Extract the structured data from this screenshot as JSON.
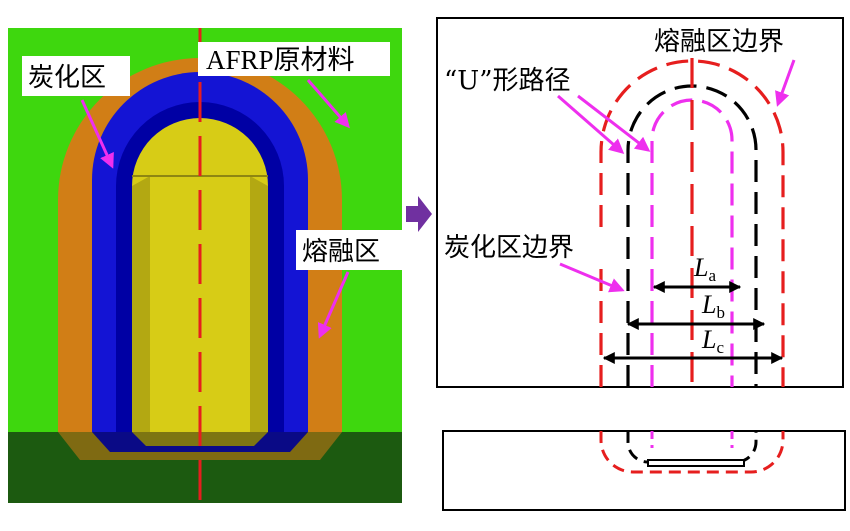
{
  "left_panel": {
    "labels": {
      "afrp": "AFRP原材料",
      "carbonized": "炭化区",
      "melt": "熔融区"
    },
    "colors": {
      "background": "#3ED70E",
      "melt_zone": "#D17E16",
      "carbonized_zone": "#1414D4",
      "core": "#D7CC16",
      "base": "#1C5A10",
      "centerline": "#E61E1E",
      "pointer": "#EE2FEE"
    }
  },
  "transition_arrow": {
    "color": "#7030A0"
  },
  "right_panel": {
    "labels": {
      "u_path": "“U”形路径",
      "melt_boundary": "熔融区边界",
      "carbon_boundary": "炭化区边界"
    },
    "dimensions": [
      {
        "symbol": "L",
        "sub": "a"
      },
      {
        "symbol": "L",
        "sub": "b"
      },
      {
        "symbol": "L",
        "sub": "c"
      }
    ],
    "colors": {
      "melt_boundary": "#E61E1E",
      "carbon_boundary": "#000000",
      "u_path": "#EE2FEE",
      "dimension": "#000000",
      "frame": "#000000"
    }
  }
}
